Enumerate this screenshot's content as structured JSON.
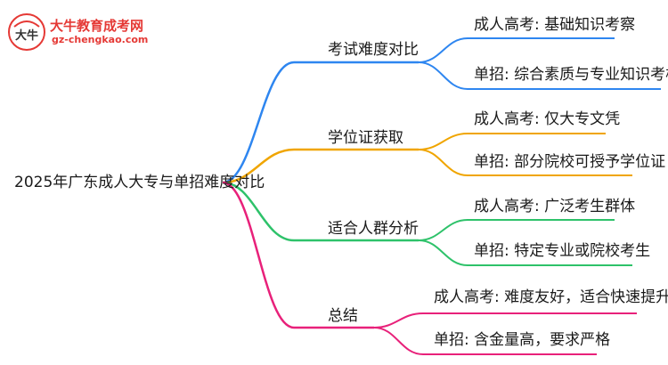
{
  "logo": {
    "name": "大牛教育成考网",
    "url": "gz-chengkao.com",
    "badge_text": "大牛"
  },
  "root": "2025年广东成人大专与单招难度对比",
  "branches": [
    {
      "label": "考试难度对比",
      "color": "#2e86f0",
      "children": [
        "成人高考: 基础知识考察",
        "单招: 综合素质与专业知识考核"
      ]
    },
    {
      "label": "学位证获取",
      "color": "#f0a500",
      "children": [
        "成人高考: 仅大专文凭",
        "单招: 部分院校可授予学位证"
      ]
    },
    {
      "label": "适合人群分析",
      "color": "#2ec26a",
      "children": [
        "成人高考: 广泛考生群体",
        "单招: 特定专业或院校考生"
      ]
    },
    {
      "label": "总结",
      "color": "#e8217a",
      "children": [
        "成人高考: 难度友好，适合快速提升",
        "单招: 含金量高，要求严格"
      ]
    }
  ]
}
